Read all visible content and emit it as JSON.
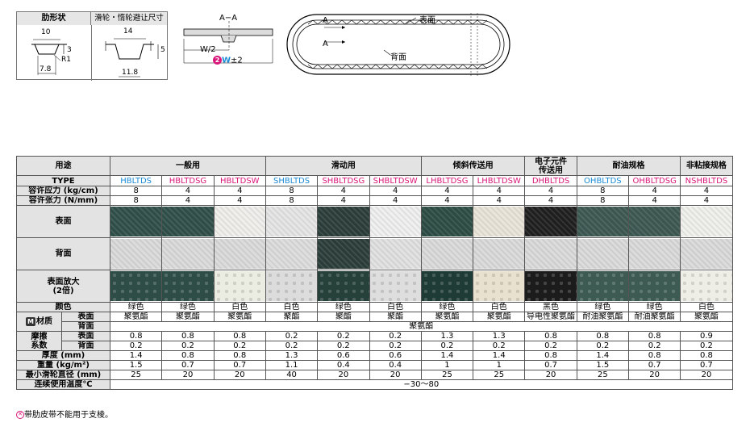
{
  "drawing": {
    "rib_header": "肋形状",
    "pulley_header": "滑轮・惰轮避让尺寸",
    "rib_dims": {
      "top": "10",
      "height": "3",
      "radius": "R1",
      "bottom": "7.8"
    },
    "pulley_dims": {
      "top": "14",
      "height": "5",
      "bottom": "11.8"
    },
    "section_title": "A−A",
    "section_w2": "W/2",
    "section_num": "2",
    "section_w": "W",
    "section_tol": "±2",
    "belt_top_label": "表面",
    "belt_back_label": "背面",
    "belt_a1": "A",
    "belt_a2": "A"
  },
  "table": {
    "usage_label": "用途",
    "groups": [
      "一般用",
      "滑动用",
      "倾斜传送用",
      "电子元件\n传送用",
      "耐油规格",
      "非粘接规格"
    ],
    "type_label": "TYPE",
    "types": [
      {
        "name": "HBLTDS",
        "color": "blue"
      },
      {
        "name": "HBLTDSG",
        "color": "pink"
      },
      {
        "name": "HBLTDSW",
        "color": "pink"
      },
      {
        "name": "SHBLTDS",
        "color": "blue"
      },
      {
        "name": "SHBLTDSG",
        "color": "pink"
      },
      {
        "name": "SHBLTDSW",
        "color": "pink"
      },
      {
        "name": "LHBLTDSG",
        "color": "pink"
      },
      {
        "name": "LHBLTDSW",
        "color": "pink"
      },
      {
        "name": "DHBLTDS",
        "color": "pink"
      },
      {
        "name": "OHBLTDS",
        "color": "blue"
      },
      {
        "name": "OHBLTDSG",
        "color": "pink"
      },
      {
        "name": "NSHBLTDS",
        "color": "pink"
      }
    ],
    "stress_label": "容许应力 (kg/cm)",
    "stress": [
      "8",
      "4",
      "4",
      "8",
      "4",
      "4",
      "4",
      "4",
      "4",
      "8",
      "4",
      "4"
    ],
    "tension_label": "容许张力 (N/mm)",
    "tension": [
      "8",
      "4",
      "4",
      "8",
      "4",
      "4",
      "4",
      "4",
      "4",
      "8",
      "4",
      "4"
    ],
    "surface_label": "表面",
    "back_label": "背面",
    "zoom_label_1": "表面放大",
    "zoom_label_2": "(2倍)",
    "color_label": "颜色",
    "colors": [
      "绿色",
      "绿色",
      "白色",
      "白色",
      "绿色",
      "白色",
      "绿色",
      "白色",
      "黑色",
      "绿色",
      "绿色",
      "白色"
    ],
    "material_badge": "M",
    "material_label": "材质",
    "material_surface_label": "表面",
    "material_surface": [
      "聚氨酯",
      "聚氨酯",
      "聚氨酯",
      "聚酯",
      "聚酯",
      "聚酯",
      "聚氨酯",
      "聚氨酯",
      "导电性聚氨酯",
      "耐油聚氨酯",
      "耐油聚氨酯",
      "聚氨酯"
    ],
    "material_back_label": "背面",
    "material_back": "聚氨酯",
    "friction_label_1": "摩擦",
    "friction_label_2": "系数",
    "friction_surface_label": "表面",
    "friction_surface": [
      "0.8",
      "0.8",
      "0.8",
      "0.2",
      "0.2",
      "0.2",
      "1.3",
      "1.3",
      "0.8",
      "0.8",
      "0.8",
      "0.9"
    ],
    "friction_back_label": "背面",
    "friction_back": [
      "0.2",
      "0.2",
      "0.2",
      "0.2",
      "0.2",
      "0.2",
      "0.2",
      "0.2",
      "0.2",
      "0.2",
      "0.2",
      "0.2"
    ],
    "thickness_label": "厚度 (mm)",
    "thickness": [
      "1.4",
      "0.8",
      "0.8",
      "1.3",
      "0.6",
      "0.6",
      "1.4",
      "1.4",
      "0.8",
      "1.4",
      "0.8",
      "0.8"
    ],
    "weight_label": "重量 (kg/m²)",
    "weight": [
      "1.5",
      "0.7",
      "0.7",
      "1.1",
      "0.4",
      "0.4",
      "1",
      "1",
      "0.7",
      "1.5",
      "0.7",
      "0.7"
    ],
    "min_pulley_label": "最小滑轮直径 (mm)",
    "min_pulley": [
      "25",
      "20",
      "20",
      "40",
      "20",
      "20",
      "25",
      "25",
      "20",
      "25",
      "20",
      "20"
    ],
    "temp_label": "连续使用温度℃",
    "temp": "−30～80",
    "swatch_colors": {
      "surface": [
        "#2f4d47",
        "#2f4d47",
        "#f0efec",
        "#e6e6e6",
        "#2a3c38",
        "#f0f0f0",
        "#2b4a42",
        "#e9e5d9",
        "#1e1e1e",
        "#3a564f",
        "#3a564f",
        "#f0f0ec"
      ],
      "back": [
        "#dcdcdc",
        "#dcdcdc",
        "#dcdcdc",
        "#dedede",
        "#2a3c38",
        "#e2e2e2",
        "#dcdcdc",
        "#dcdcdc",
        "#dcdcdc",
        "#dcdcdc",
        "#dcdcdc",
        "#dcdcdc"
      ],
      "zoom": [
        "#2f4d47",
        "#2f4d47",
        "#ebece2",
        "#dcdcdc",
        "#26403a",
        "#dedede",
        "#1f3b35",
        "#e9e1cf",
        "#1c1c1c",
        "#3d5a53",
        "#3d5a53",
        "#eeeee6"
      ]
    }
  },
  "footnote": "带肋皮带不能用于支棱。"
}
